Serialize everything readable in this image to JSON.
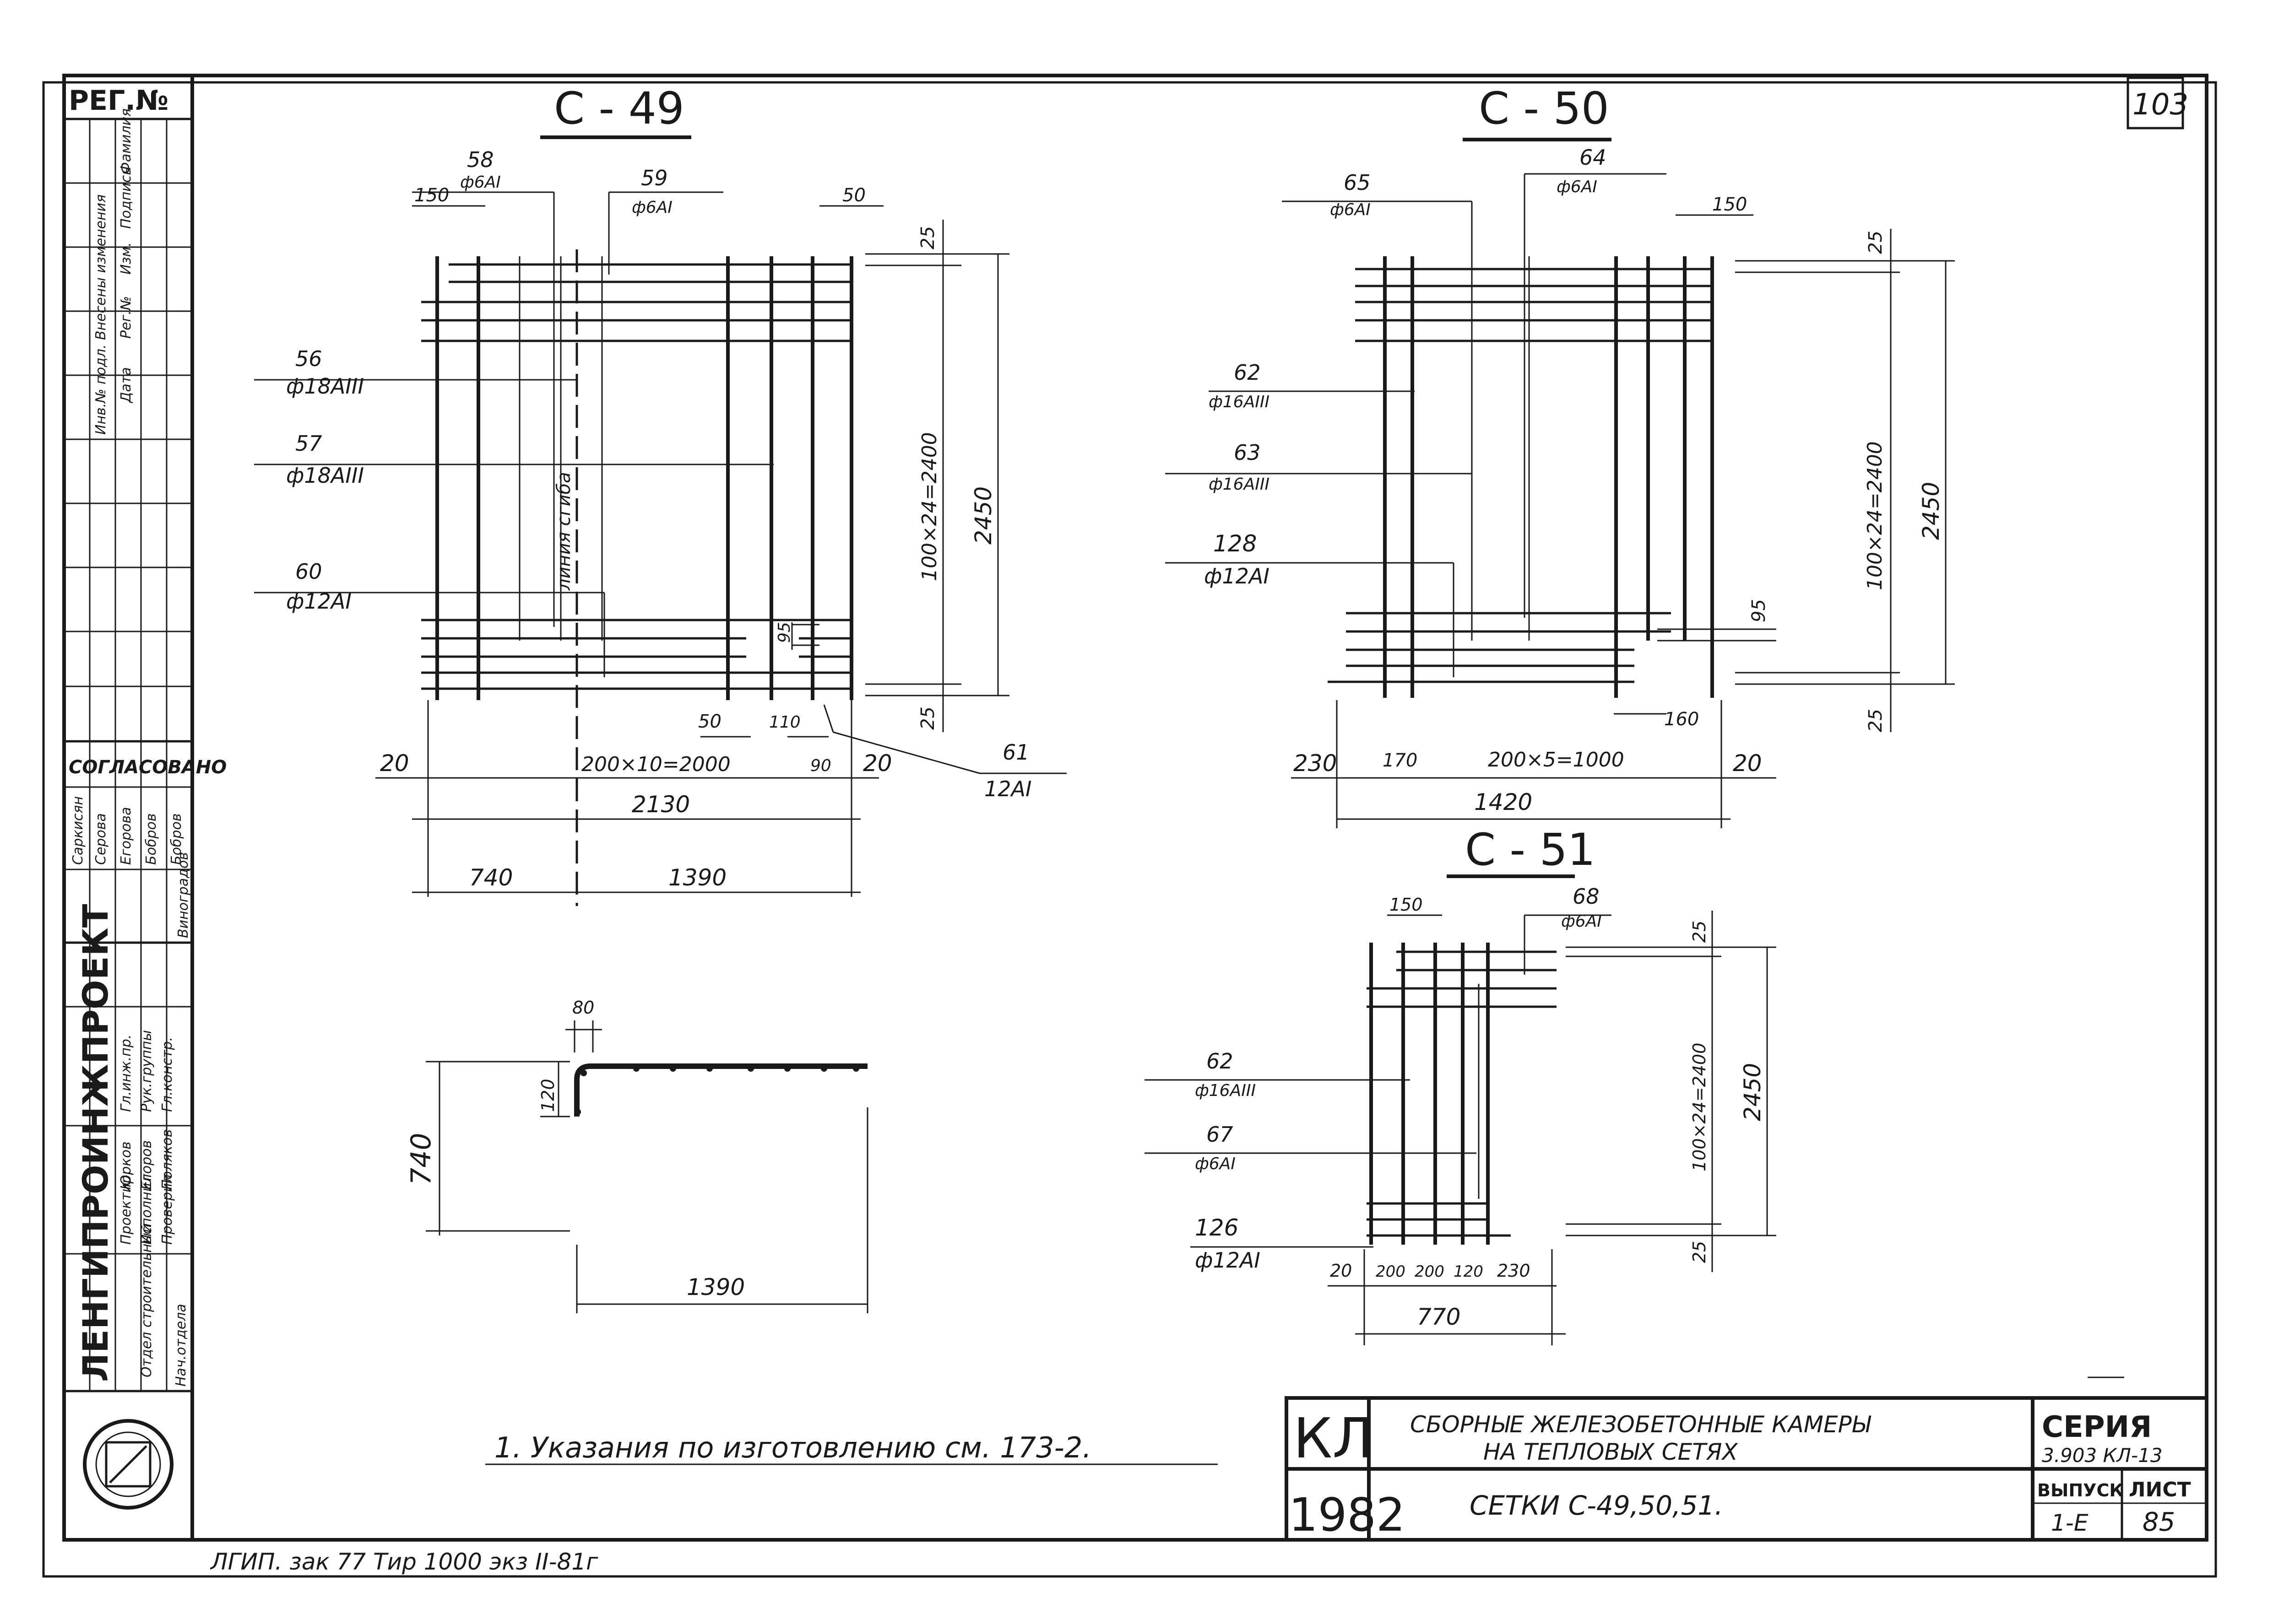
{
  "sheet": {
    "reg_no": "РЕГ.№",
    "corner_number": "103",
    "footer_note": "ЛГИП. зак 77 Тир 1000 экз II-81г",
    "instruction_note": "1. Указания по изготовлению см. 173-2."
  },
  "left_panel": {
    "changes_header": "Инв.№ подл. Внесены изменения",
    "changes_cols": [
      "Дата",
      "Рег.№",
      "Изм.",
      "Подпись",
      "Фамилия"
    ],
    "agreed": "СОГЛАСОВАНО",
    "agreed_names": [
      "Саркисян",
      "Серова",
      "Егорова",
      "Бобров",
      "Бобров",
      "Виноградов"
    ],
    "org_name": "ЛЕНГИПРОИНЖПРОЕКТ",
    "roles": [
      "Гл.инж.пр.",
      "Рук.группы",
      "Гл.констр.",
      "Проектир.",
      "Исполнил",
      "Проверил",
      "Нач.отдела"
    ],
    "names": [
      "Юрков",
      "Егоров",
      "Поляков"
    ],
    "dept": "Отдел строительный"
  },
  "c49": {
    "title": "С - 49",
    "labels": [
      {
        "pos": "58",
        "rebar": "ф6АI"
      },
      {
        "pos": "59",
        "rebar": "ф6АI"
      },
      {
        "pos": "56",
        "rebar": "ф18АIII"
      },
      {
        "pos": "57",
        "rebar": "ф18АIII"
      },
      {
        "pos": "60",
        "rebar": "ф12АI"
      },
      {
        "pos": "61",
        "rebar": "12АI"
      }
    ],
    "bend_line": "линия сгиба",
    "dims": {
      "d150": "150",
      "d50top": "50",
      "d25top": "25",
      "d25bot": "25",
      "d95": "95",
      "d50": "50",
      "d110": "110",
      "d90": "90",
      "left": "20",
      "right": "20",
      "spacing": "200×10=2000",
      "total": "2130",
      "part_a": "740",
      "part_b": "1390",
      "vspacing": "100×24=2400",
      "vtotal": "2450"
    }
  },
  "c50": {
    "title": "С - 50",
    "labels": [
      {
        "pos": "65",
        "rebar": "ф6АI"
      },
      {
        "pos": "64",
        "rebar": "ф6АI"
      },
      {
        "pos": "62",
        "rebar": "ф16АIII"
      },
      {
        "pos": "63",
        "rebar": "ф16АIII"
      },
      {
        "pos": "128",
        "rebar": "ф12АI"
      }
    ],
    "dims": {
      "d150": "150",
      "d25top": "25",
      "d25bot": "25",
      "d95": "95",
      "d160": "160",
      "left": "230",
      "d170": "170",
      "spacing": "200×5=1000",
      "right": "20",
      "total": "1420",
      "vspacing": "100×24=2400",
      "vtotal": "2450"
    }
  },
  "c51": {
    "title": "С - 51",
    "labels": [
      {
        "pos": "68",
        "rebar": "ф6АI"
      },
      {
        "pos": "62",
        "rebar": "ф16АIII"
      },
      {
        "pos": "67",
        "rebar": "ф6АI"
      },
      {
        "pos": "126",
        "rebar": "ф12АI"
      }
    ],
    "dims": {
      "d150": "150",
      "d25top": "25",
      "d25bot": "25",
      "bottom": [
        "20",
        "200",
        "200",
        "120",
        "230"
      ],
      "total": "770",
      "vspacing": "100×24=2400",
      "vtotal": "2450"
    }
  },
  "bent": {
    "d80": "80",
    "d120": "120",
    "d740": "740",
    "d1390": "1390"
  },
  "title_block": {
    "code": "КЛ",
    "year": "1982",
    "subject_line1": "СБОРНЫЕ ЖЕЛЕЗОБЕТОННЫЕ КАМЕРЫ",
    "subject_line2": "НА ТЕПЛОВЫХ СЕТЯХ",
    "sheet_title": "СЕТКИ С-49,50,51.",
    "series_label": "СЕРИЯ",
    "series_value": "3.903 КЛ-13",
    "issue_label": "ВЫПУСК",
    "issue_value": "1-Е",
    "sheet_label": "ЛИСТ",
    "sheet_value": "85"
  }
}
